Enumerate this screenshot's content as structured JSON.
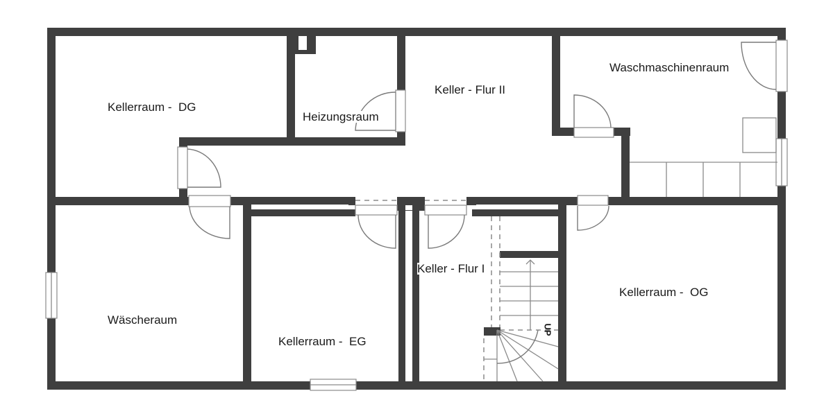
{
  "plan": {
    "type": "basement floor plan",
    "rooms": [
      {
        "id": "kellerraum-dg",
        "label": "Kellerraum -  DG"
      },
      {
        "id": "heizungsraum",
        "label": "Heizungsraum"
      },
      {
        "id": "keller-flur-2",
        "label": "Keller - Flur II"
      },
      {
        "id": "waschmaschinenraum",
        "label": "Waschmaschinenraum"
      },
      {
        "id": "waescheraum",
        "label": "Wäscheraum"
      },
      {
        "id": "kellerraum-eg",
        "label": "Kellerraum -  EG"
      },
      {
        "id": "keller-flur-1",
        "label": "Keller - Flur I"
      },
      {
        "id": "kellerraum-og",
        "label": "Kellerraum -  OG"
      }
    ],
    "stair": {
      "direction_label": "UP"
    },
    "colors": {
      "wall": "#3f3f3f",
      "fixture_line": "#8a8a8a",
      "background": "#ffffff"
    }
  }
}
